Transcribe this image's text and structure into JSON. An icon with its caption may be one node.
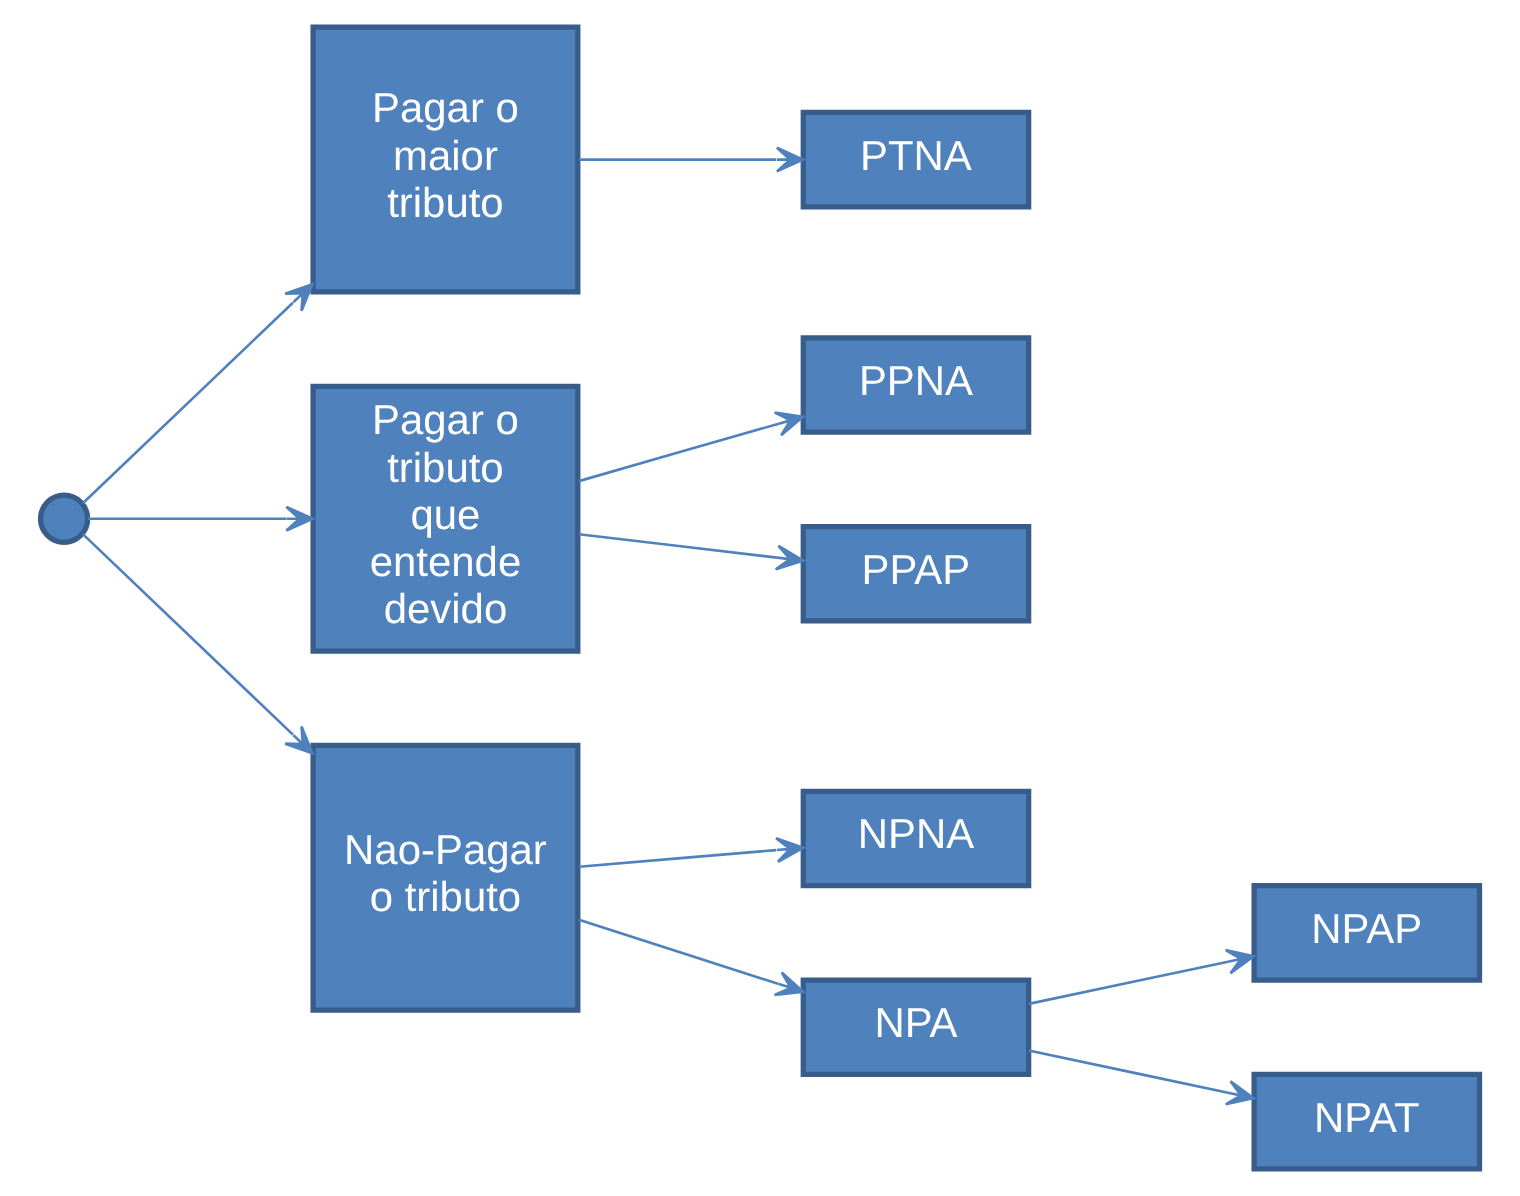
{
  "diagram": {
    "nodes": [
      {
        "text": [],
        "shape": "circle"
      },
      {
        "text": [
          "Pagar o maior tributo"
        ]
      },
      {
        "text": [
          "Pagar o tributo que entende devido"
        ]
      },
      {
        "text": [
          "Nao-Pagar o tributo"
        ]
      },
      {
        "text": [
          "PTNA"
        ]
      },
      {
        "text": [
          "PPNA"
        ]
      },
      {
        "text": [
          "PPAP"
        ]
      },
      {
        "text": [
          "NPNA"
        ]
      },
      {
        "text": [
          "NPA"
        ]
      },
      {
        "text": [
          "NPAP"
        ]
      },
      {
        "text": [
          "NPAT"
        ]
      }
    ],
    "edges": [
      {
        "from": 0,
        "to": 1,
        "arrow": "to"
      },
      {
        "from": 0,
        "to": 2,
        "arrow": "to"
      },
      {
        "from": 0,
        "to": 3,
        "arrow": "to"
      },
      {
        "from": 1,
        "to": 4,
        "arrow": "to"
      },
      {
        "from": 2,
        "to": 5,
        "arrow": "to"
      },
      {
        "from": 2,
        "to": 6,
        "arrow": "to"
      },
      {
        "from": 3,
        "to": 7,
        "arrow": "to"
      },
      {
        "from": 3,
        "to": 8,
        "arrow": "to"
      },
      {
        "from": 8,
        "to": 9,
        "arrow": "to"
      },
      {
        "from": 8,
        "to": 10,
        "arrow": "to"
      }
    ]
  }
}
